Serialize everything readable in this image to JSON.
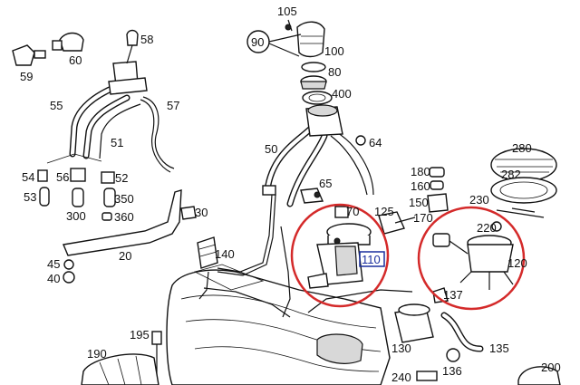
{
  "diagram": {
    "labels": [
      "105",
      "90",
      "100",
      "80",
      "400",
      "58",
      "59",
      "60",
      "55",
      "57",
      "51",
      "50",
      "64",
      "54",
      "56",
      "52",
      "53",
      "350",
      "300",
      "360",
      "65",
      "70",
      "125",
      "170",
      "180",
      "160",
      "150",
      "230",
      "280",
      "282",
      "220",
      "120",
      "110",
      "137",
      "30",
      "20",
      "140",
      "45",
      "40",
      "195",
      "190",
      "130",
      "135",
      "136",
      "240",
      "200"
    ],
    "highlight_color": "#d42a2a",
    "callout_color": "#1a2f9e"
  }
}
